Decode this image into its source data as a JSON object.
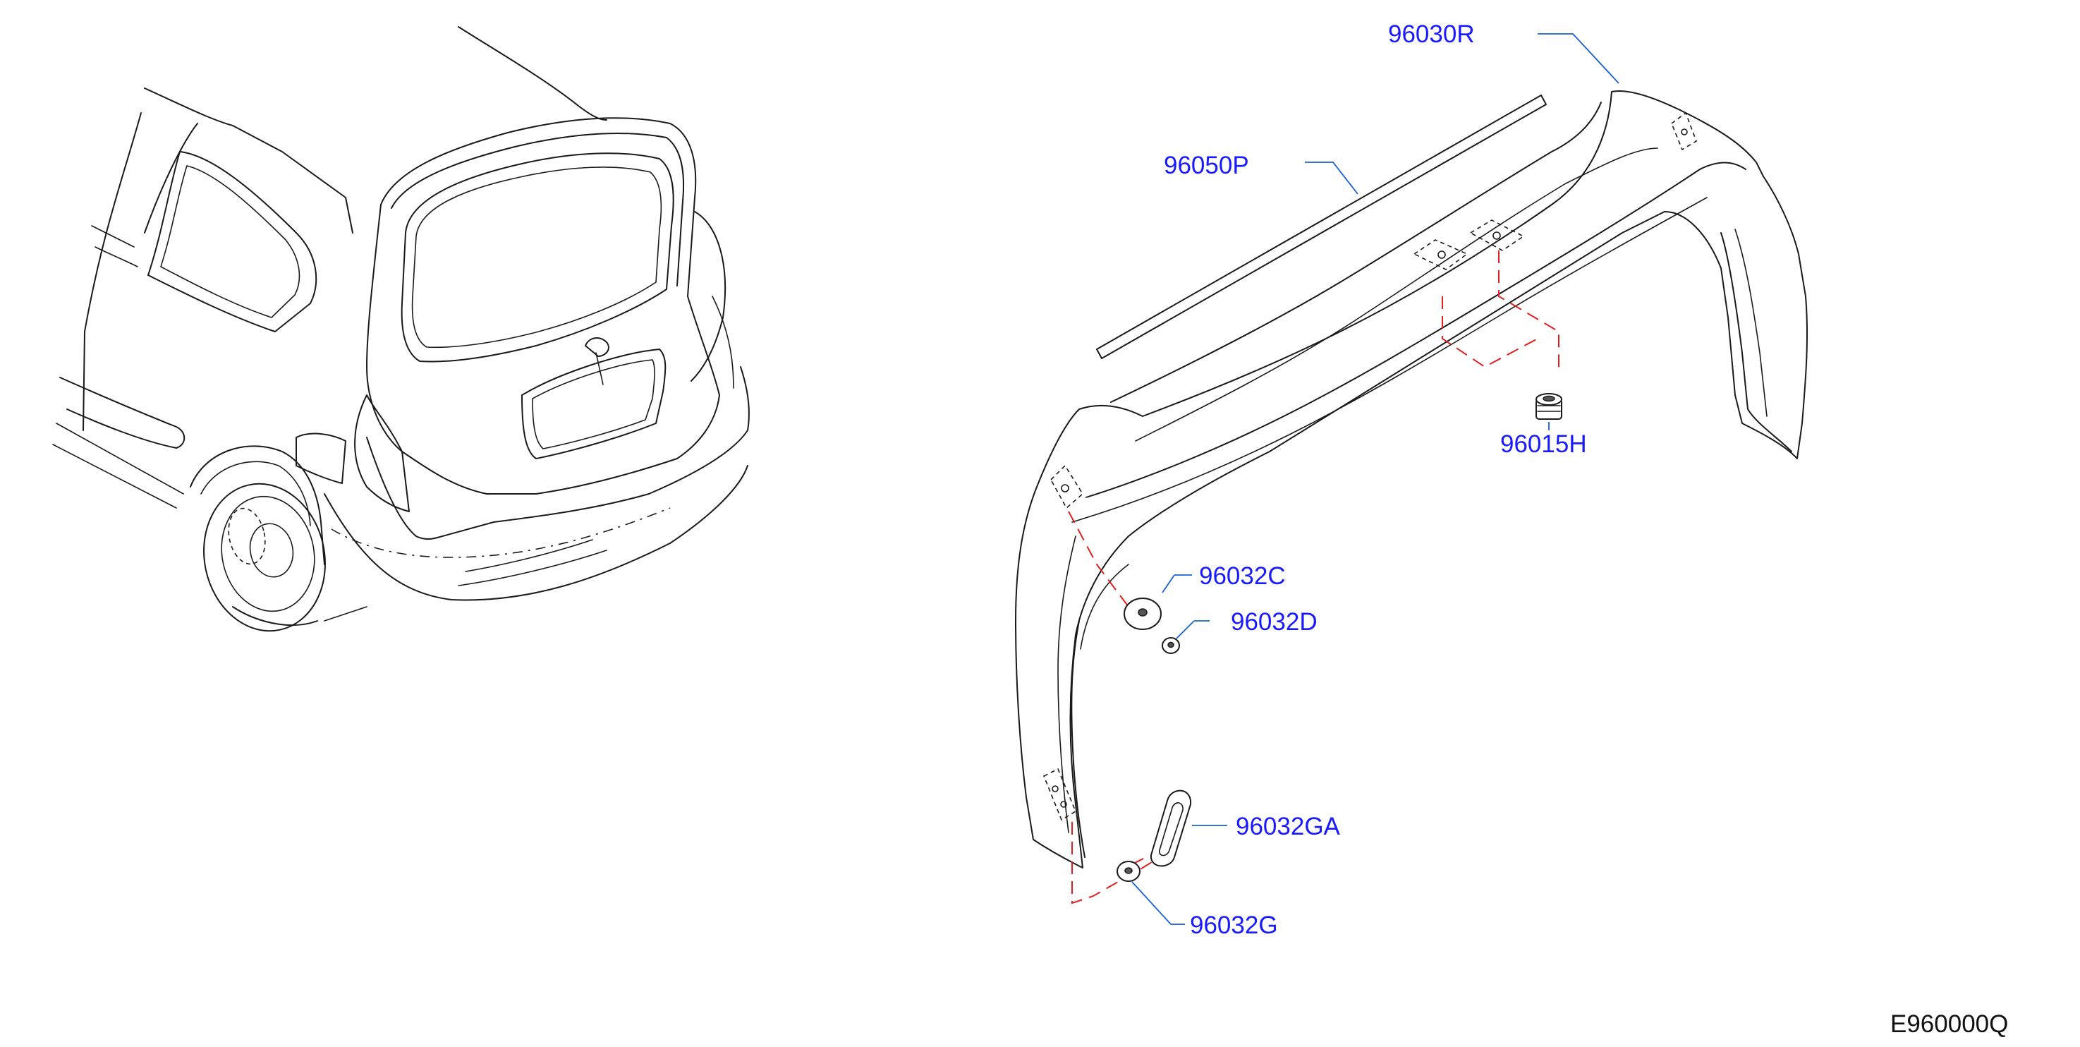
{
  "diagram": {
    "code": "E960000Q",
    "callouts": {
      "p96030R": "96030R",
      "p96050P": "96050P",
      "p96015H": "96015H",
      "p96032C": "96032C",
      "p96032D": "96032D",
      "p96032GA": "96032GA",
      "p96032G": "96032G"
    }
  },
  "colors": {
    "callout_text": "#1a1aff",
    "leader_line": "#1a5fd6",
    "assembly_line": "#e02020",
    "line_art": "#1a1a1a"
  }
}
